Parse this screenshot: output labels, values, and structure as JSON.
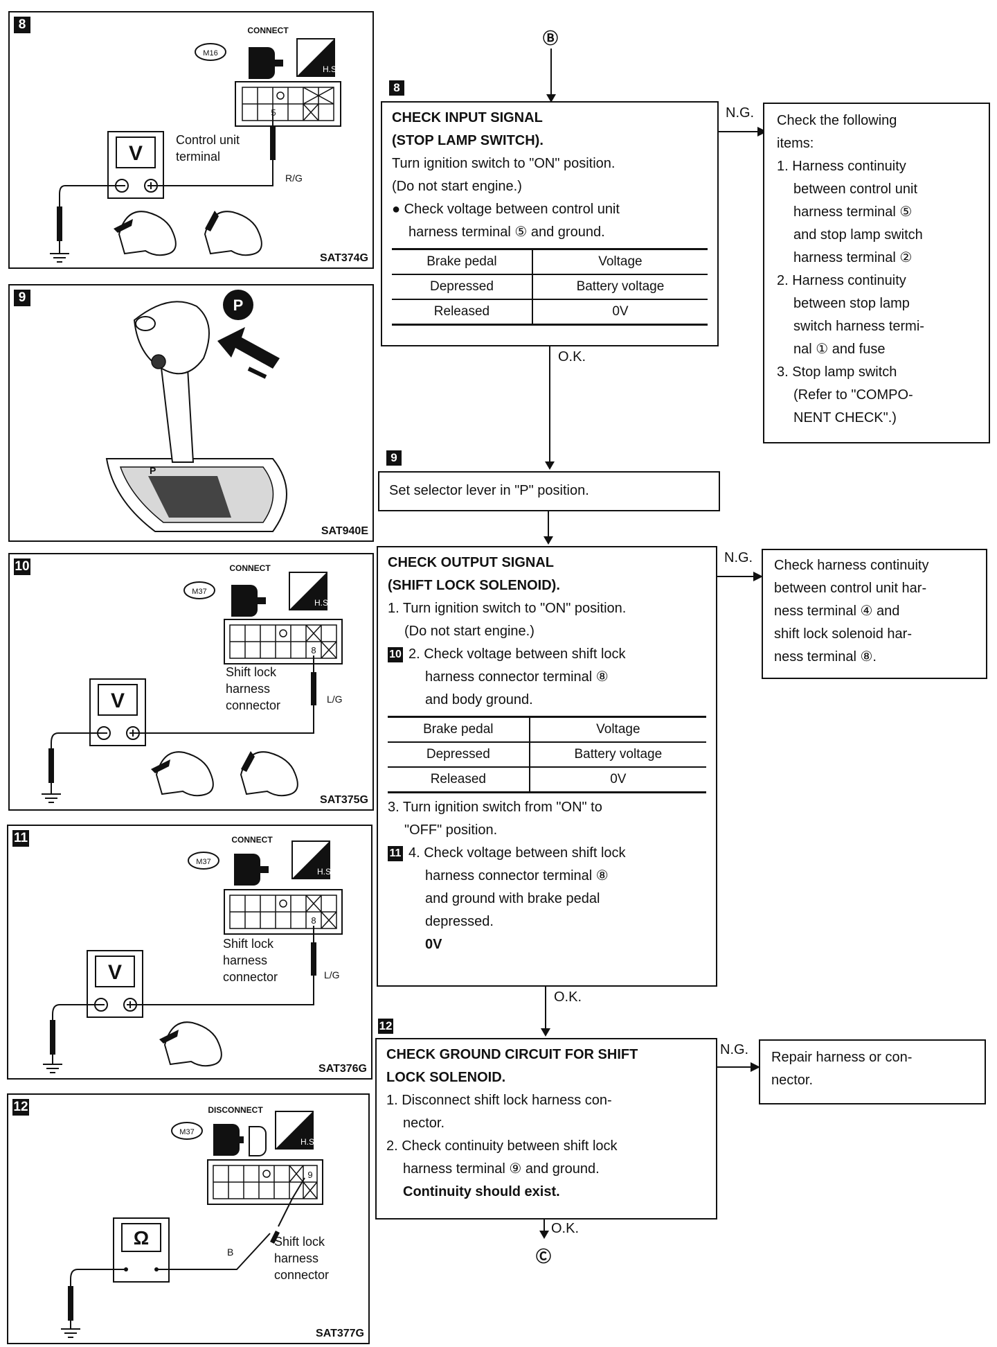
{
  "panels": [
    {
      "num": "8",
      "fig": "SAT374G",
      "connector_id": "M16",
      "connector_state": "CONNECT",
      "hs": "H.S.",
      "terminal": "5",
      "label_lines": [
        "Control unit",
        "terminal"
      ],
      "wire": "R/G",
      "meter": "V"
    },
    {
      "num": "9",
      "fig": "SAT940E",
      "indicator": "P"
    },
    {
      "num": "10",
      "fig": "SAT375G",
      "connector_id": "M37",
      "connector_state": "CONNECT",
      "hs": "H.S.",
      "terminal": "8",
      "label_lines": [
        "Shift lock",
        "harness",
        "connector"
      ],
      "wire": "L/G",
      "meter": "V"
    },
    {
      "num": "11",
      "fig": "SAT376G",
      "connector_id": "M37",
      "connector_state": "CONNECT",
      "hs": "H.S.",
      "terminal": "8",
      "label_lines": [
        "Shift lock",
        "harness",
        "connector"
      ],
      "wire": "L/G",
      "meter": "V"
    },
    {
      "num": "12",
      "fig": "SAT377G",
      "connector_id": "M37",
      "connector_state": "DISCONNECT",
      "hs": "H.S.",
      "terminal": "9",
      "label_lines": [
        "Shift lock",
        "harness",
        "connector"
      ],
      "wire": "B",
      "meter": "Ω"
    }
  ],
  "flow": {
    "start_ref": "Ⓑ",
    "end_ref": "Ⓒ",
    "ok": "O.K.",
    "ng": "N.G.",
    "steps": [
      {
        "num": "8",
        "title_lines": [
          "CHECK INPUT SIGNAL",
          "(STOP LAMP SWITCH)."
        ],
        "lines": [
          "Turn ignition switch to \"ON\" position.",
          "(Do not start engine.)"
        ],
        "bullet_lines": [
          "● Check voltage between control unit",
          "harness terminal ⑤ and ground."
        ],
        "table": {
          "headers": [
            "Brake pedal",
            "Voltage"
          ],
          "rows": [
            [
              "Depressed",
              "Battery voltage"
            ],
            [
              "Released",
              "0V"
            ]
          ]
        },
        "ng_lines": [
          "Check the following",
          "items:",
          "1. Harness continuity",
          "between control unit",
          "harness terminal ⑤",
          "and stop lamp switch",
          "harness terminal ②",
          "2. Harness continuity",
          "between stop lamp",
          "switch harness termi-",
          "nal ① and fuse",
          "3. Stop lamp switch",
          "(Refer to \"COMPO-",
          "NENT CHECK\".)"
        ]
      },
      {
        "num": "9",
        "text": "Set selector lever in \"P\" position."
      },
      {
        "num": "10",
        "title_lines": [
          "CHECK OUTPUT SIGNAL",
          "(SHIFT LOCK SOLENOID)."
        ],
        "lines_a": [
          "1. Turn ignition switch to \"ON\" position.",
          "(Do not start engine.)"
        ],
        "sub10_badge": "10",
        "lines_b": [
          "2. Check voltage between shift lock",
          "harness connector terminal ⑧",
          "and body ground."
        ],
        "table": {
          "headers": [
            "Brake pedal",
            "Voltage"
          ],
          "rows": [
            [
              "Depressed",
              "Battery voltage"
            ],
            [
              "Released",
              "0V"
            ]
          ]
        },
        "lines_c": [
          "3. Turn ignition switch from \"ON\" to",
          "\"OFF\" position."
        ],
        "sub11_badge": "11",
        "lines_d": [
          "4. Check voltage between shift lock",
          "harness connector terminal ⑧",
          "and ground with brake pedal",
          "depressed."
        ],
        "result": "0V",
        "ng_lines": [
          "Check harness continuity",
          "between control unit har-",
          "ness terminal ④ and",
          "shift lock solenoid har-",
          "ness terminal ⑧."
        ]
      },
      {
        "num": "12",
        "title_lines": [
          "CHECK GROUND CIRCUIT FOR SHIFT",
          "LOCK SOLENOID."
        ],
        "lines": [
          "1. Disconnect shift lock harness con-",
          "nector.",
          "2. Check continuity between shift lock",
          "harness terminal ⑨ and ground."
        ],
        "result": "Continuity should exist.",
        "ng_lines": [
          "Repair harness or con-",
          "nector."
        ]
      }
    ]
  }
}
